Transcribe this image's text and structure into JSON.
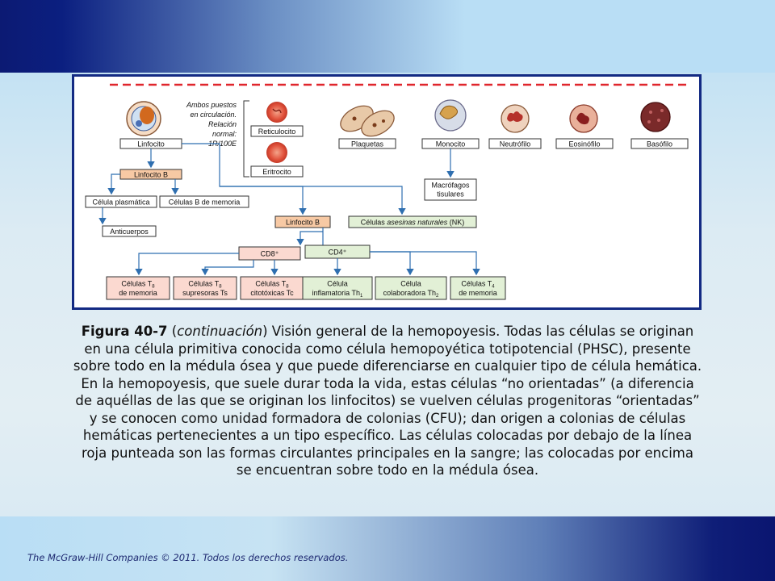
{
  "figure": {
    "note": [
      "Ambos puestos",
      "en circulación.",
      "Relación",
      "normal:",
      "1R/100E"
    ],
    "labels": {
      "linfocito": "Linfocito",
      "reticulocito": "Reticulocito",
      "eritrocito": "Eritrocito",
      "plaquetas": "Plaquetas",
      "monocito": "Monocito",
      "neutrofilo": "Neutrófilo",
      "eosinofilo": "Eosinófilo",
      "basofilo": "Basófilo",
      "linfocito_b": "Linfocito B",
      "macrofagos_1": "Macrófagos",
      "macrofagos_2": "tisulares",
      "celula_plasmatica": "Célula plasmática",
      "celulas_b_memoria": "Células B de memoria",
      "anticuerpos": "Anticuerpos",
      "linfocito_b_2": "Linfocito B",
      "nk_prefix": "Células ",
      "nk_italic": "asesinas naturales",
      "nk_suffix": " (NK)",
      "cd8": "CD8⁺",
      "cd4": "CD4⁺",
      "t8_mem_1": "Células T",
      "t8_mem_sub": "8",
      "t8_mem_2": "de memoria",
      "t8_sup_1": "Células T",
      "t8_sup_sub": "8",
      "t8_sup_2": "supresoras Ts",
      "t8_cit_1": "Células T",
      "t8_cit_sub": "8",
      "t8_cit_2": "citotóxicas Tc",
      "th1_1": "Célula",
      "th1_2": "inflamatoria Th",
      "th1_sub": "1",
      "th2_1": "Célula",
      "th2_2": "colaboradora Th",
      "th2_sub": "2",
      "t4_mem_1": "Células T",
      "t4_mem_sub": "4",
      "t4_mem_2": "de memoria"
    }
  },
  "caption": {
    "figure_label": "Figura 40-7",
    "open_paren": " (",
    "continuation": "continuación",
    "body": ") Visión general de la hemopoyesis. Todas las células se originan en una célula primitiva conocida como célula hemopoyética totipotencial (PHSC), presente sobre todo en la médula ósea y que puede diferenciarse en cualquier tipo de célula hemática. En la hemopoyesis, que suele durar toda la vida, estas células “no orientadas” (a diferencia de aquéllas de las que se originan los linfocitos) se vuelven células progenitoras “orientadas” y se conocen como unidad formadora de colonias (CFU); dan origen a colonias de células hemáticas pertenecientes a un tipo específico. Las células colocadas por debajo de la línea roja punteada son las formas circulantes principales en la sangre; las colocadas por encima se encuentran sobre todo en la médula ósea."
  },
  "footer": {
    "copyright": "The McGraw-Hill Companies © 2011. Todos los derechos reservados."
  },
  "colors": {
    "dashed_line": "#e0262d",
    "box_orange": "#f7c9a4",
    "box_pink": "#fbd9d0",
    "box_green": "#e2f0d6",
    "arrow_blue": "#2f6fb0",
    "frame_border": "#132a83"
  }
}
